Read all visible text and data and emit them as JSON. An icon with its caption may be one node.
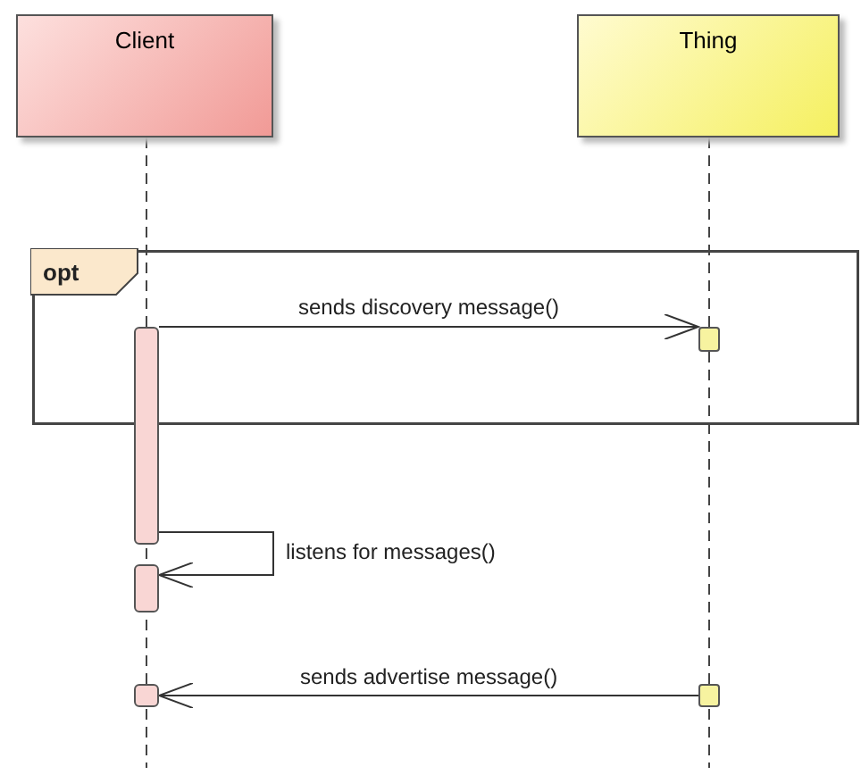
{
  "diagram": {
    "nodes": [
      {
        "text": [
          "Client"
        ]
      },
      {
        "text": [
          "Thing"
        ]
      },
      {
        "text": [
          "opt"
        ]
      },
      {
        "text": [],
        "shape": "bar"
      },
      {
        "text": [],
        "shape": "box",
        "in": 2
      },
      {
        "text": [],
        "shape": "bar"
      },
      {
        "text": [],
        "shape": "bar"
      },
      {
        "text": [],
        "shape": "box"
      }
    ],
    "edges": [
      {
        "from": 3,
        "to": 4,
        "arrow": "to",
        "label": "sends discovery message()"
      },
      {
        "from": 3,
        "to": 5,
        "arrow": "to",
        "label": "listens for messages()"
      },
      {
        "from": 7,
        "to": 6,
        "arrow": "to",
        "label": "sends advertise message()"
      }
    ]
  }
}
